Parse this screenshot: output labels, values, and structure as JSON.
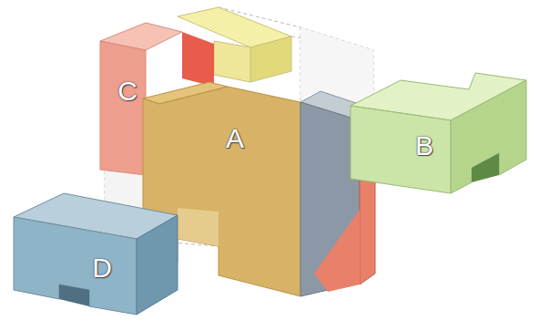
{
  "diagram": {
    "labels": [
      "C",
      "A",
      "B",
      "D"
    ]
  }
}
